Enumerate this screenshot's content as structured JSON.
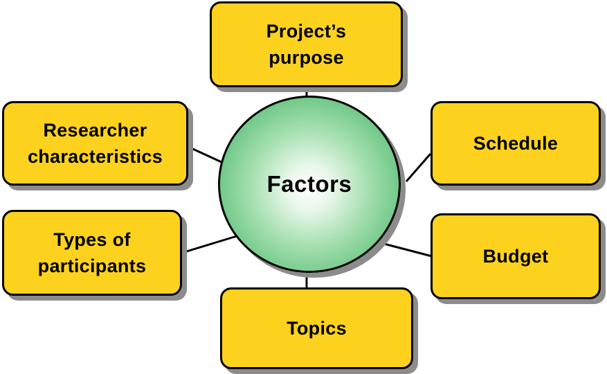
{
  "center": {
    "label": "Factors"
  },
  "nodes": {
    "purpose": "Project’s\npurpose",
    "researcher": "Researcher\ncharacteristics",
    "schedule": "Schedule",
    "participants": "Types of\nparticipants",
    "budget": "Budget",
    "topics": "Topics"
  },
  "colors": {
    "box_fill": "#fdd21f",
    "center_fill": "#54b86f",
    "shadow": "#8c8c8c"
  }
}
